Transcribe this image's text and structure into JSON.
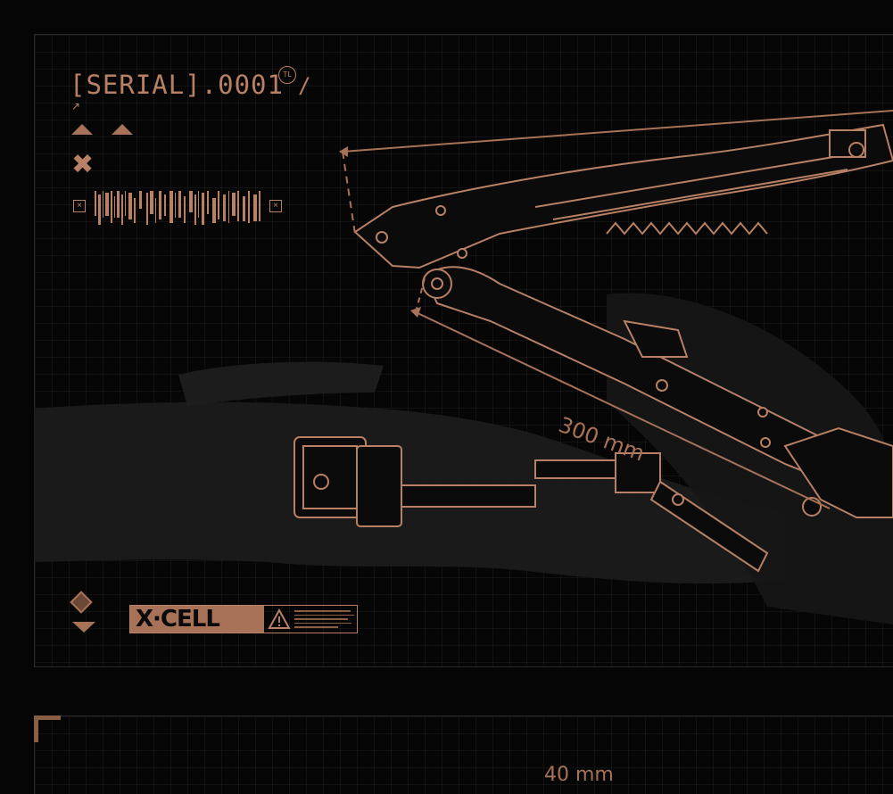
{
  "header": {
    "serial_label": "[SERIAL].0001",
    "badge_text": "TL",
    "slash": "/"
  },
  "controls": {
    "up_arrow_icons": [
      "up-triangle-icon",
      "up-triangle-icon"
    ],
    "close_icon": "x-mark-icon",
    "barcode_icon": "barcode-icon"
  },
  "dimensions": {
    "arm_length": "300 mm",
    "lower_length": "40 mm"
  },
  "brand": {
    "logo_text": "X·CELL",
    "warning_icon": "warning-triangle-icon"
  },
  "colors": {
    "accent": "#b88064",
    "accent_dark": "#6b4736",
    "background": "#050505",
    "grid": "#1a1a1a"
  }
}
